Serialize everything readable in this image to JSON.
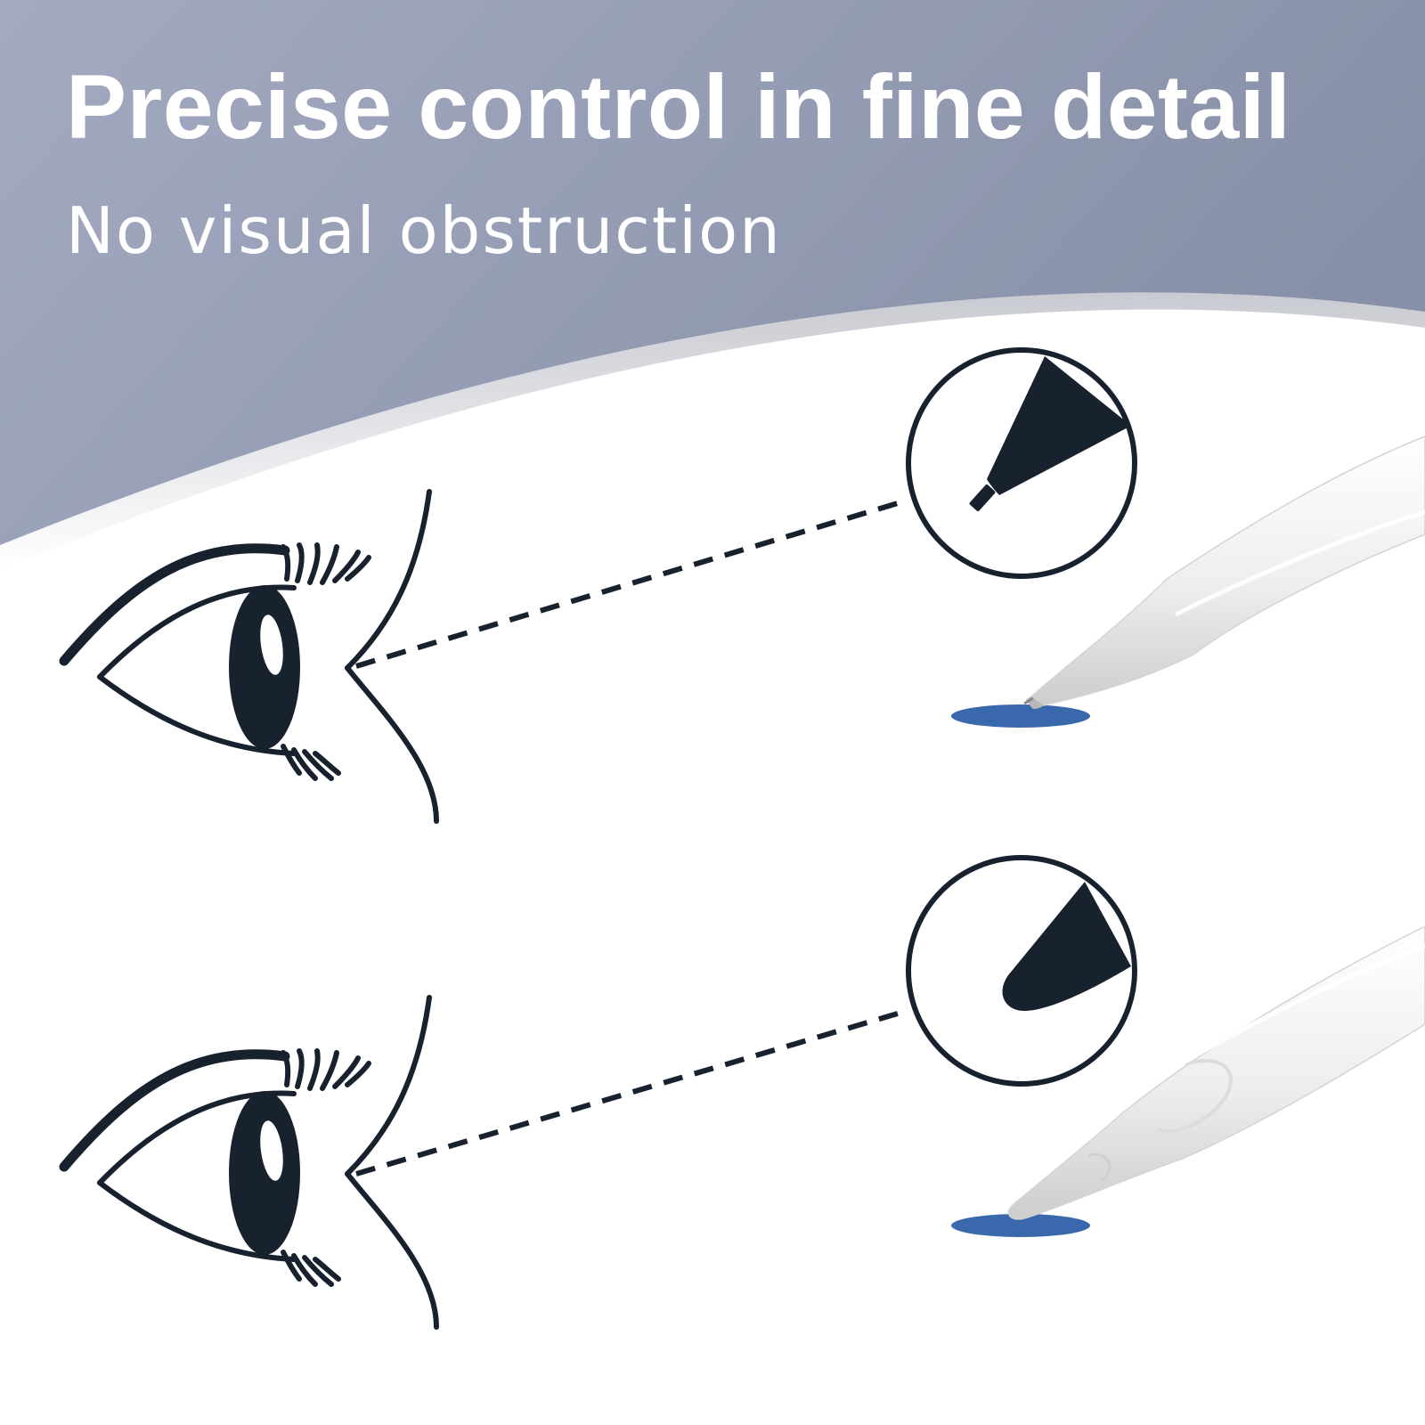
{
  "header": {
    "title": "Precise control in fine detail",
    "subtitle": "No visual obstruction"
  },
  "colors": {
    "banner_light": "#a3aac0",
    "banner_dark": "#8890a9",
    "line_art": "#18222f",
    "ink_dot": "#3a68ad",
    "pen_body": "#eeeeee",
    "background": "#ffffff"
  },
  "illustration": {
    "rows": [
      {
        "name": "fine-tip-comparison",
        "tip_style": "fine-needle-tip",
        "icons": [
          "eye-icon",
          "magnifier-icon",
          "stylus-icon"
        ]
      },
      {
        "name": "broad-tip-comparison",
        "tip_style": "rounded-tip",
        "icons": [
          "eye-icon",
          "magnifier-icon",
          "stylus-icon"
        ]
      }
    ]
  }
}
